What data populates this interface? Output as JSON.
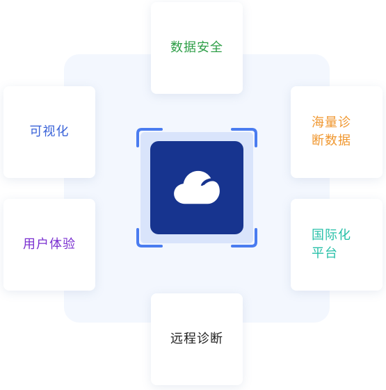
{
  "cards": {
    "top": {
      "label": "数据安全",
      "color": "#2e9e47"
    },
    "left1": {
      "label": "可视化",
      "color": "#3a63d8"
    },
    "left2": {
      "label": "用户体验",
      "color": "#7a2fd0"
    },
    "right1": {
      "label": "海量诊断数据",
      "color": "#f0972f"
    },
    "right2": {
      "label": "国际化平台",
      "color": "#27c0a8"
    },
    "bottom": {
      "label": "远程诊断",
      "color": "#1e1e1e"
    }
  },
  "core": {
    "icon": "cloud-icon",
    "tile_color": "#17348f",
    "frame_color": "#d9e4fb",
    "corner_color": "#4a7cf0"
  }
}
